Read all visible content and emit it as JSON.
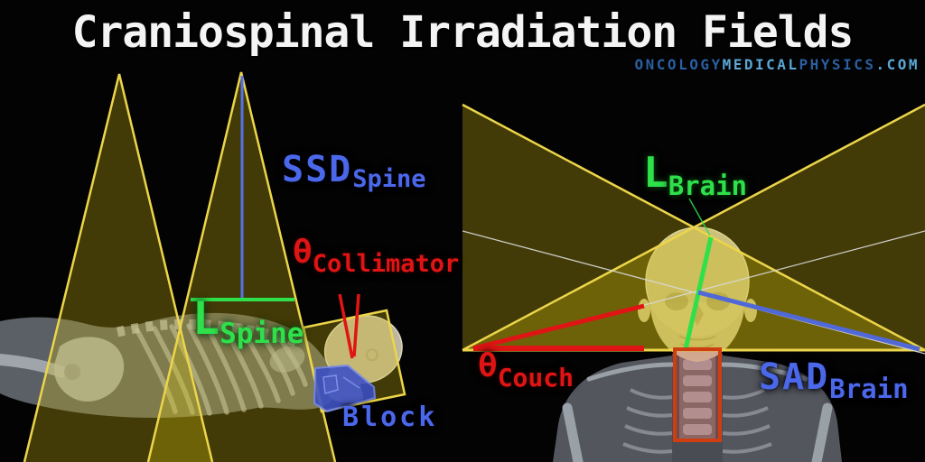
{
  "title": {
    "text": "Craniospinal Irradiation Fields"
  },
  "watermark": {
    "segments": [
      {
        "text": "ONCOLOGY",
        "color": "#2a5fa0"
      },
      {
        "text": "MEDICAL",
        "color": "#5aa7d6"
      },
      {
        "text": "PHYSICS",
        "color": "#2a5fa0"
      },
      {
        "text": ".COM",
        "color": "#5aa7d6"
      }
    ]
  },
  "left_diagram": {
    "description": "Lateral view of patient lying supine with two diverging spine photon fields and a tilted cranial field with block",
    "ssd": {
      "main": "SSD",
      "sub": "Spine"
    },
    "collimator": {
      "symbol": "θ",
      "sub": "Collimator"
    },
    "l_spine": {
      "main": "L",
      "sub": "Spine"
    },
    "block": {
      "label": "Block"
    }
  },
  "right_diagram": {
    "description": "Anterior view of head with opposed lateral brain fields, couch kick angle, SAD axis and matched spinal field box",
    "l_brain": {
      "main": "L",
      "sub": "Brain"
    },
    "couch": {
      "symbol": "θ",
      "sub": "Couch"
    },
    "sad": {
      "main": "SAD",
      "sub": "Brain"
    }
  },
  "colors": {
    "beam_outline": "#ecd54a",
    "beam_fill": "rgba(212,190,16,0.30)",
    "label_blue": "#4b68ea",
    "label_green": "#2ee04a",
    "label_red": "#e01414",
    "block_fill": "#3a4ec8",
    "neck_box": "#cf3d12",
    "watermark_dark": "#2a5fa0",
    "watermark_light": "#5aa7d6"
  }
}
